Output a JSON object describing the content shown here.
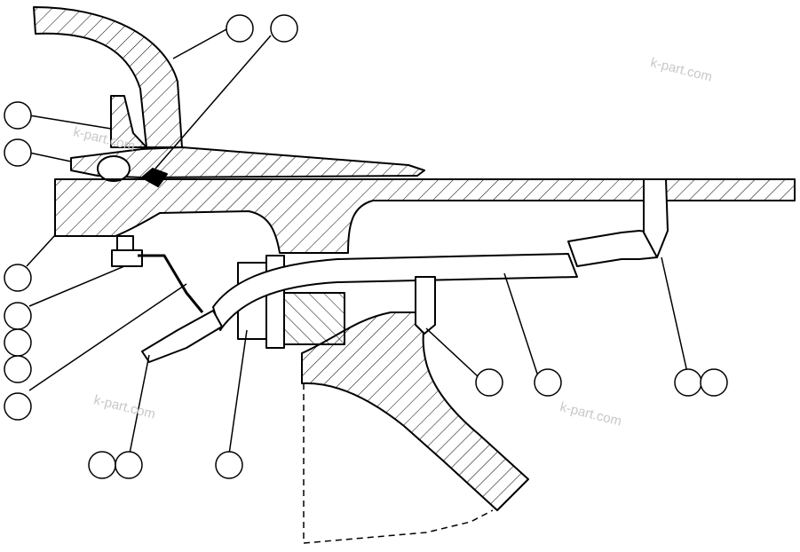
{
  "watermarks": [
    "k-part.com",
    "k-part.com",
    "k-part.com",
    "k-part.com"
  ],
  "colors": {
    "line": "#000000",
    "background": "#ffffff",
    "watermark": "#c8c8c8"
  },
  "callouts_empty": true
}
